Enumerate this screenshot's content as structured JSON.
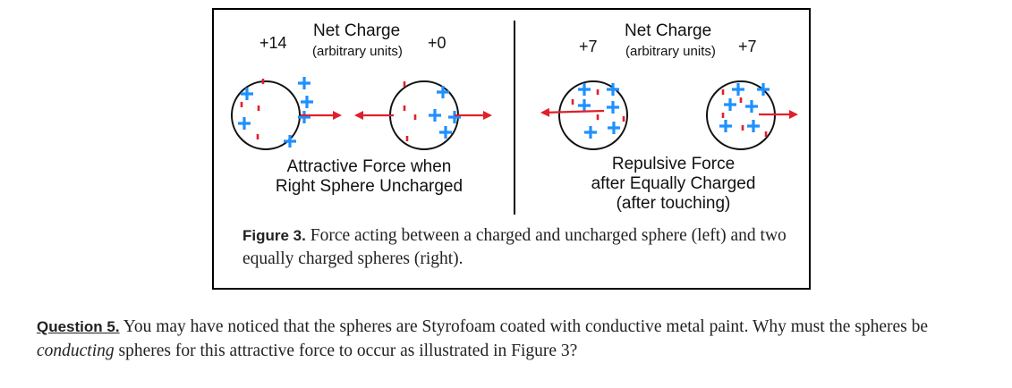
{
  "figure": {
    "left_panel": {
      "charge_left": "+14",
      "charge_right": "+0",
      "net_charge_title": "Net Charge",
      "net_charge_units": "(arbitrary units)",
      "force_line1": "Attractive Force when",
      "force_line2": "Right Sphere Uncharged"
    },
    "right_panel": {
      "charge_left": "+7",
      "charge_right": "+7",
      "net_charge_title": "Net Charge",
      "net_charge_units": "(arbitrary units)",
      "force_line1": "Repulsive Force",
      "force_line2": "after Equally Charged",
      "force_line3": "(after touching)"
    },
    "colors": {
      "positive": "#1e90ff",
      "negative": "#e0202a",
      "arrow": "#e0202a"
    },
    "caption_label": "Figure 3.",
    "caption_text": " Force acting between a charged and uncharged sphere (left) and two equally charged spheres (right)."
  },
  "question": {
    "label": "Question 5.",
    "text_before": " You may have noticed that the spheres are Styrofoam coated with conductive metal paint. Why must the spheres be ",
    "emphasis": "conducting",
    "text_after": " spheres for this attractive force to occur as illustrated in Figure 3?"
  }
}
